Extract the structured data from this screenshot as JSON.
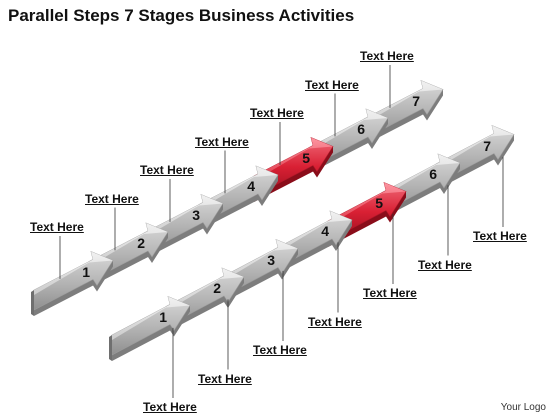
{
  "title": "Parallel Steps 7 Stages Business Activities",
  "logo": "Your Logo",
  "colors": {
    "step": "#b5b5b5",
    "highlight": "#e0243a",
    "leader": "#333333"
  },
  "upper_row": {
    "highlighted_step": 5,
    "steps": [
      {
        "number": "1",
        "label": "Text Here"
      },
      {
        "number": "2",
        "label": "Text Here"
      },
      {
        "number": "3",
        "label": "Text Here"
      },
      {
        "number": "4",
        "label": "Text Here"
      },
      {
        "number": "5",
        "label": "Text Here"
      },
      {
        "number": "6",
        "label": "Text Here"
      },
      {
        "number": "7",
        "label": "Text Here"
      }
    ]
  },
  "lower_row": {
    "highlighted_step": 5,
    "steps": [
      {
        "number": "1",
        "label": "Text Here"
      },
      {
        "number": "2",
        "label": "Text Here"
      },
      {
        "number": "3",
        "label": "Text Here"
      },
      {
        "number": "4",
        "label": "Text Here"
      },
      {
        "number": "5",
        "label": "Text Here"
      },
      {
        "number": "6",
        "label": "Text Here"
      },
      {
        "number": "7",
        "label": "Text Here"
      }
    ]
  }
}
